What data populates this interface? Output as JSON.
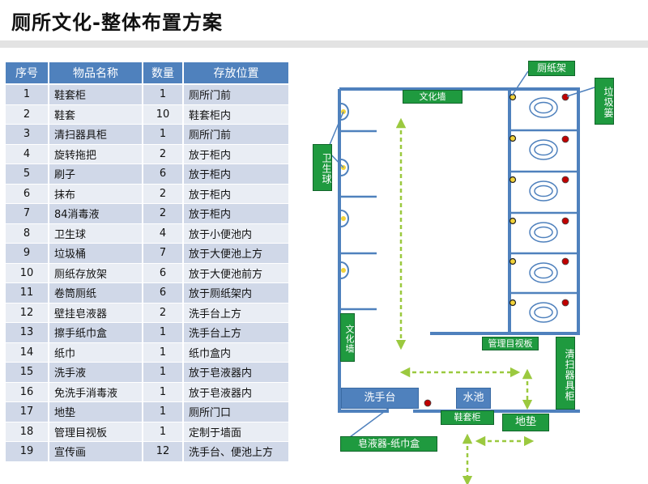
{
  "title": "厕所文化-整体布置方案",
  "table": {
    "headers": [
      "序号",
      "物品名称",
      "数量",
      "存放位置"
    ],
    "rows": [
      [
        "1",
        "鞋套柜",
        "1",
        "厕所门前"
      ],
      [
        "2",
        "鞋套",
        "10",
        "鞋套柜内"
      ],
      [
        "3",
        "清扫器具柜",
        "1",
        "厕所门前"
      ],
      [
        "4",
        "旋转拖把",
        "2",
        "放于柜内"
      ],
      [
        "5",
        "刷子",
        "6",
        "放于柜内"
      ],
      [
        "6",
        "抹布",
        "2",
        "放于柜内"
      ],
      [
        "7",
        "84消毒液",
        "2",
        "放于柜内"
      ],
      [
        "8",
        "卫生球",
        "4",
        "放于小便池内"
      ],
      [
        "9",
        "垃圾桶",
        "7",
        "放于大便池上方"
      ],
      [
        "10",
        "厕纸存放架",
        "6",
        "放于大便池前方"
      ],
      [
        "11",
        "卷筒厕纸",
        "6",
        "放于厕纸架内"
      ],
      [
        "12",
        "壁挂皂液器",
        "2",
        "洗手台上方"
      ],
      [
        "13",
        "擦手纸巾盒",
        "1",
        "洗手台上方"
      ],
      [
        "14",
        "纸巾",
        "1",
        "纸巾盒内"
      ],
      [
        "15",
        "洗手液",
        "1",
        "放于皂液器内"
      ],
      [
        "16",
        "免洗手消毒液",
        "1",
        "放于皂液器内"
      ],
      [
        "17",
        "地垫",
        "1",
        "厕所门口"
      ],
      [
        "18",
        "管理目视板",
        "1",
        "定制于墙面"
      ],
      [
        "19",
        "宣传画",
        "12",
        "洗手台、便池上方"
      ]
    ]
  },
  "plan": {
    "labels": {
      "culture_wall_top": "文化墙",
      "culture_wall_side": "文化墙",
      "paper_rack": "厕纸架",
      "trash": "垃圾篓",
      "moth_ball": "卫生球",
      "board": "管理目视板",
      "cleaning_cabinet": "清扫器具柜",
      "sink": "洗手台",
      "pool": "水池",
      "shoe_cabinet": "鞋套柜",
      "mat": "地垫",
      "dispenser": "皂液器-纸巾盒"
    },
    "colors": {
      "wall": "#4f81bd",
      "label_green": "#1f9a3f",
      "arrow_green": "#9bc93f",
      "urinal_yellow": "#f2d33a",
      "trash_red": "#c00000"
    }
  }
}
